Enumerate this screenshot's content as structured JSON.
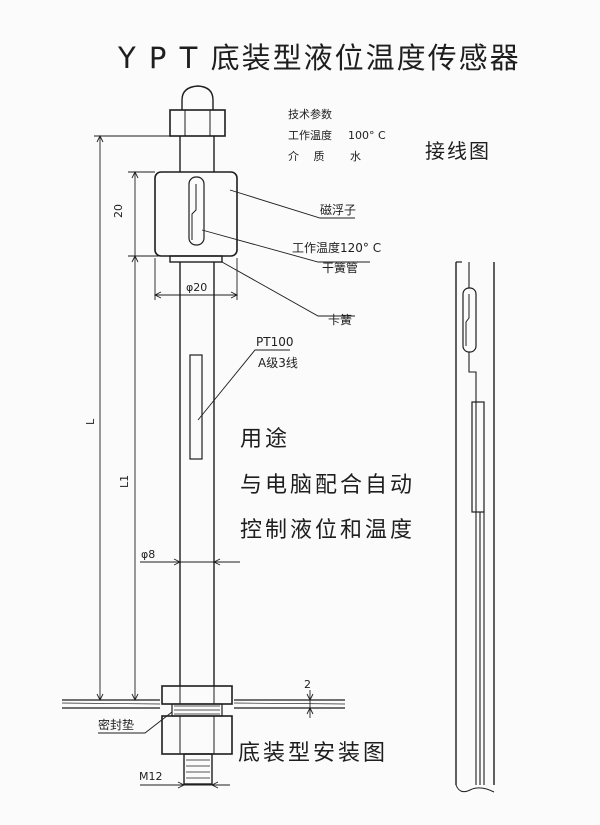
{
  "title": "Y P T 底装型液位温度传感器",
  "specs": {
    "heading": "技术参数",
    "temp_label": "工作温度",
    "temp_value": "100° C",
    "medium_label": "介　 质",
    "medium_value": "水"
  },
  "wiring_title": "接线图",
  "callouts": {
    "float": "磁浮子",
    "reed_temp": "工作温度120° C",
    "reed": "干簧管",
    "clip": "卡簧",
    "pt100": "PT100",
    "pt100_grade": "A级3线",
    "gasket": "密封垫"
  },
  "dimensions": {
    "float_height": "20",
    "float_diameter": "φ20",
    "length_total": "L",
    "length_probe": "L1",
    "rod_diameter": "φ8",
    "thread": "M12",
    "gap": "2"
  },
  "usage": {
    "heading": "用途",
    "line1": "与电脑配合自动",
    "line2": "控制液位和温度"
  },
  "install_title": "底装型安装图"
}
